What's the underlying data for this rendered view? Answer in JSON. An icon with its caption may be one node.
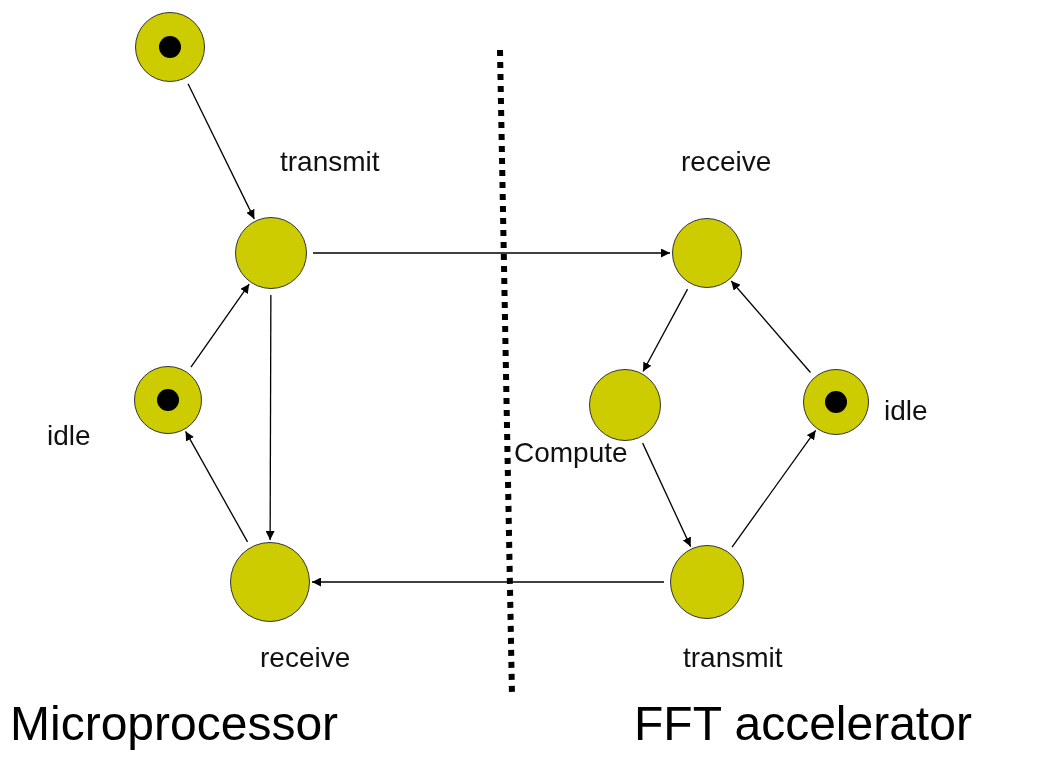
{
  "diagram": {
    "nodes": [
      {
        "text": [],
        "shape": "circle"
      },
      {
        "text": [],
        "shape": "circle",
        "beside": [
          "transmit"
        ]
      },
      {
        "text": [],
        "shape": "circle",
        "beside": [
          "idle"
        ]
      },
      {
        "text": [],
        "shape": "circle",
        "beside": [
          "receive"
        ]
      },
      {
        "text": [],
        "shape": "circle",
        "beside": [
          "receive"
        ]
      },
      {
        "text": [],
        "shape": "circle",
        "beside": [
          "Compute"
        ]
      },
      {
        "text": [],
        "shape": "circle",
        "beside": [
          "idle"
        ]
      },
      {
        "text": [],
        "shape": "circle",
        "beside": [
          "transmit"
        ]
      }
    ],
    "edges": [
      {
        "from": 0,
        "to": 1,
        "arrow": "to"
      },
      {
        "from": 1,
        "to": 4,
        "arrow": "to"
      },
      {
        "from": 1,
        "to": 3,
        "arrow": "to"
      },
      {
        "from": 3,
        "to": 2,
        "arrow": "to"
      },
      {
        "from": 2,
        "to": 1,
        "arrow": "to"
      },
      {
        "from": 4,
        "to": 5,
        "arrow": "to"
      },
      {
        "from": 5,
        "to": 7,
        "arrow": "to"
      },
      {
        "from": 7,
        "to": 6,
        "arrow": "to"
      },
      {
        "from": 6,
        "to": 4,
        "arrow": "to"
      },
      {
        "from": 7,
        "to": 3,
        "arrow": "to"
      }
    ],
    "labels": [
      "Microprocessor",
      "FFT accelerator"
    ]
  }
}
